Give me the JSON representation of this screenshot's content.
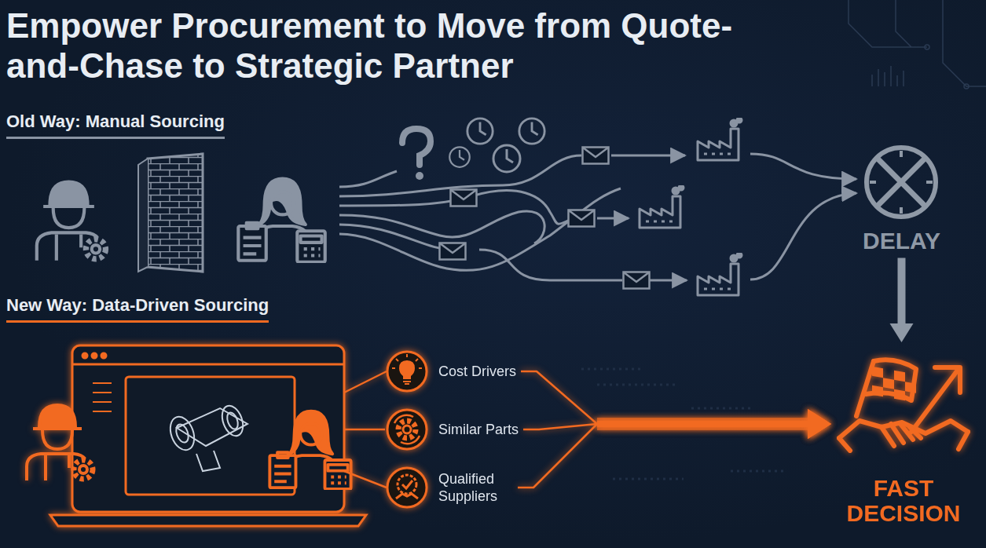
{
  "diagram": {
    "title": "Empower Procurement to Move from Quote-and-Chase to Strategic Partner",
    "nodes": [
      {
        "text": [
          "DELAY"
        ]
      },
      {
        "text": [
          "Cost Drivers"
        ]
      },
      {
        "text": [
          "Similar Parts"
        ]
      },
      {
        "text": [
          "Qualified Suppliers"
        ]
      },
      {
        "text": [
          "FAST DECISION"
        ]
      }
    ],
    "edges": [
      {
        "from": 0,
        "to": 4,
        "arrow": "to"
      },
      {
        "from": 1,
        "to": 4,
        "arrow": "to"
      },
      {
        "from": 2,
        "to": 4,
        "arrow": "to"
      },
      {
        "from": 3,
        "to": 4,
        "arrow": "to"
      }
    ],
    "labels": [
      "Old Way: Manual Sourcing",
      "New Way: Data-Driven Sourcing"
    ]
  }
}
